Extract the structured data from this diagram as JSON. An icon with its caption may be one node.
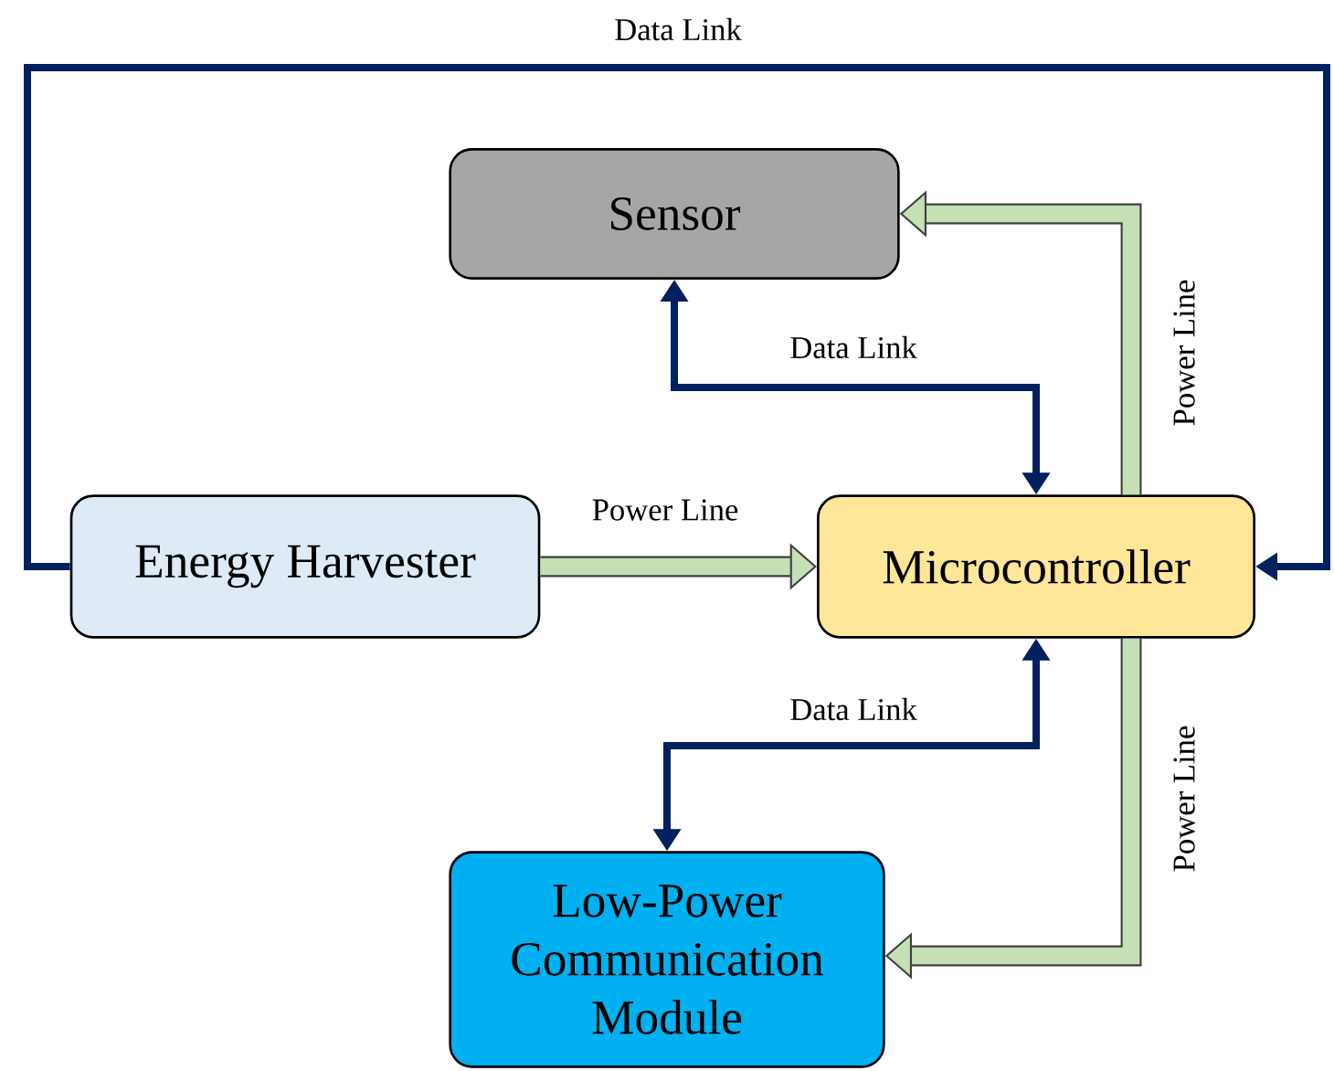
{
  "diagram": {
    "nodes": [
      {
        "text": [
          "Sensor"
        ]
      },
      {
        "text": [
          "Energy Harvester"
        ]
      },
      {
        "text": [
          "Microcontroller"
        ]
      },
      {
        "text": [
          "Low-Power Communication Module"
        ]
      }
    ],
    "edges": [
      {
        "from": 1,
        "to": 2,
        "arrow": "to",
        "label": "Power Line",
        "style": "thick"
      },
      {
        "from": 2,
        "to": 0,
        "arrow": "to",
        "label": "Power Line",
        "style": "thick"
      },
      {
        "from": 2,
        "to": 3,
        "arrow": "to",
        "label": "Power Line",
        "style": "thick"
      },
      {
        "from": 0,
        "to": 2,
        "arrow": "both",
        "label": "Data Link",
        "color": "#002060"
      },
      {
        "from": 2,
        "to": 3,
        "arrow": "both",
        "label": "Data Link",
        "color": "#002060"
      },
      {
        "from": 1,
        "to": 2,
        "arrow": "to",
        "label": "Data Link",
        "color": "#002060"
      }
    ]
  }
}
